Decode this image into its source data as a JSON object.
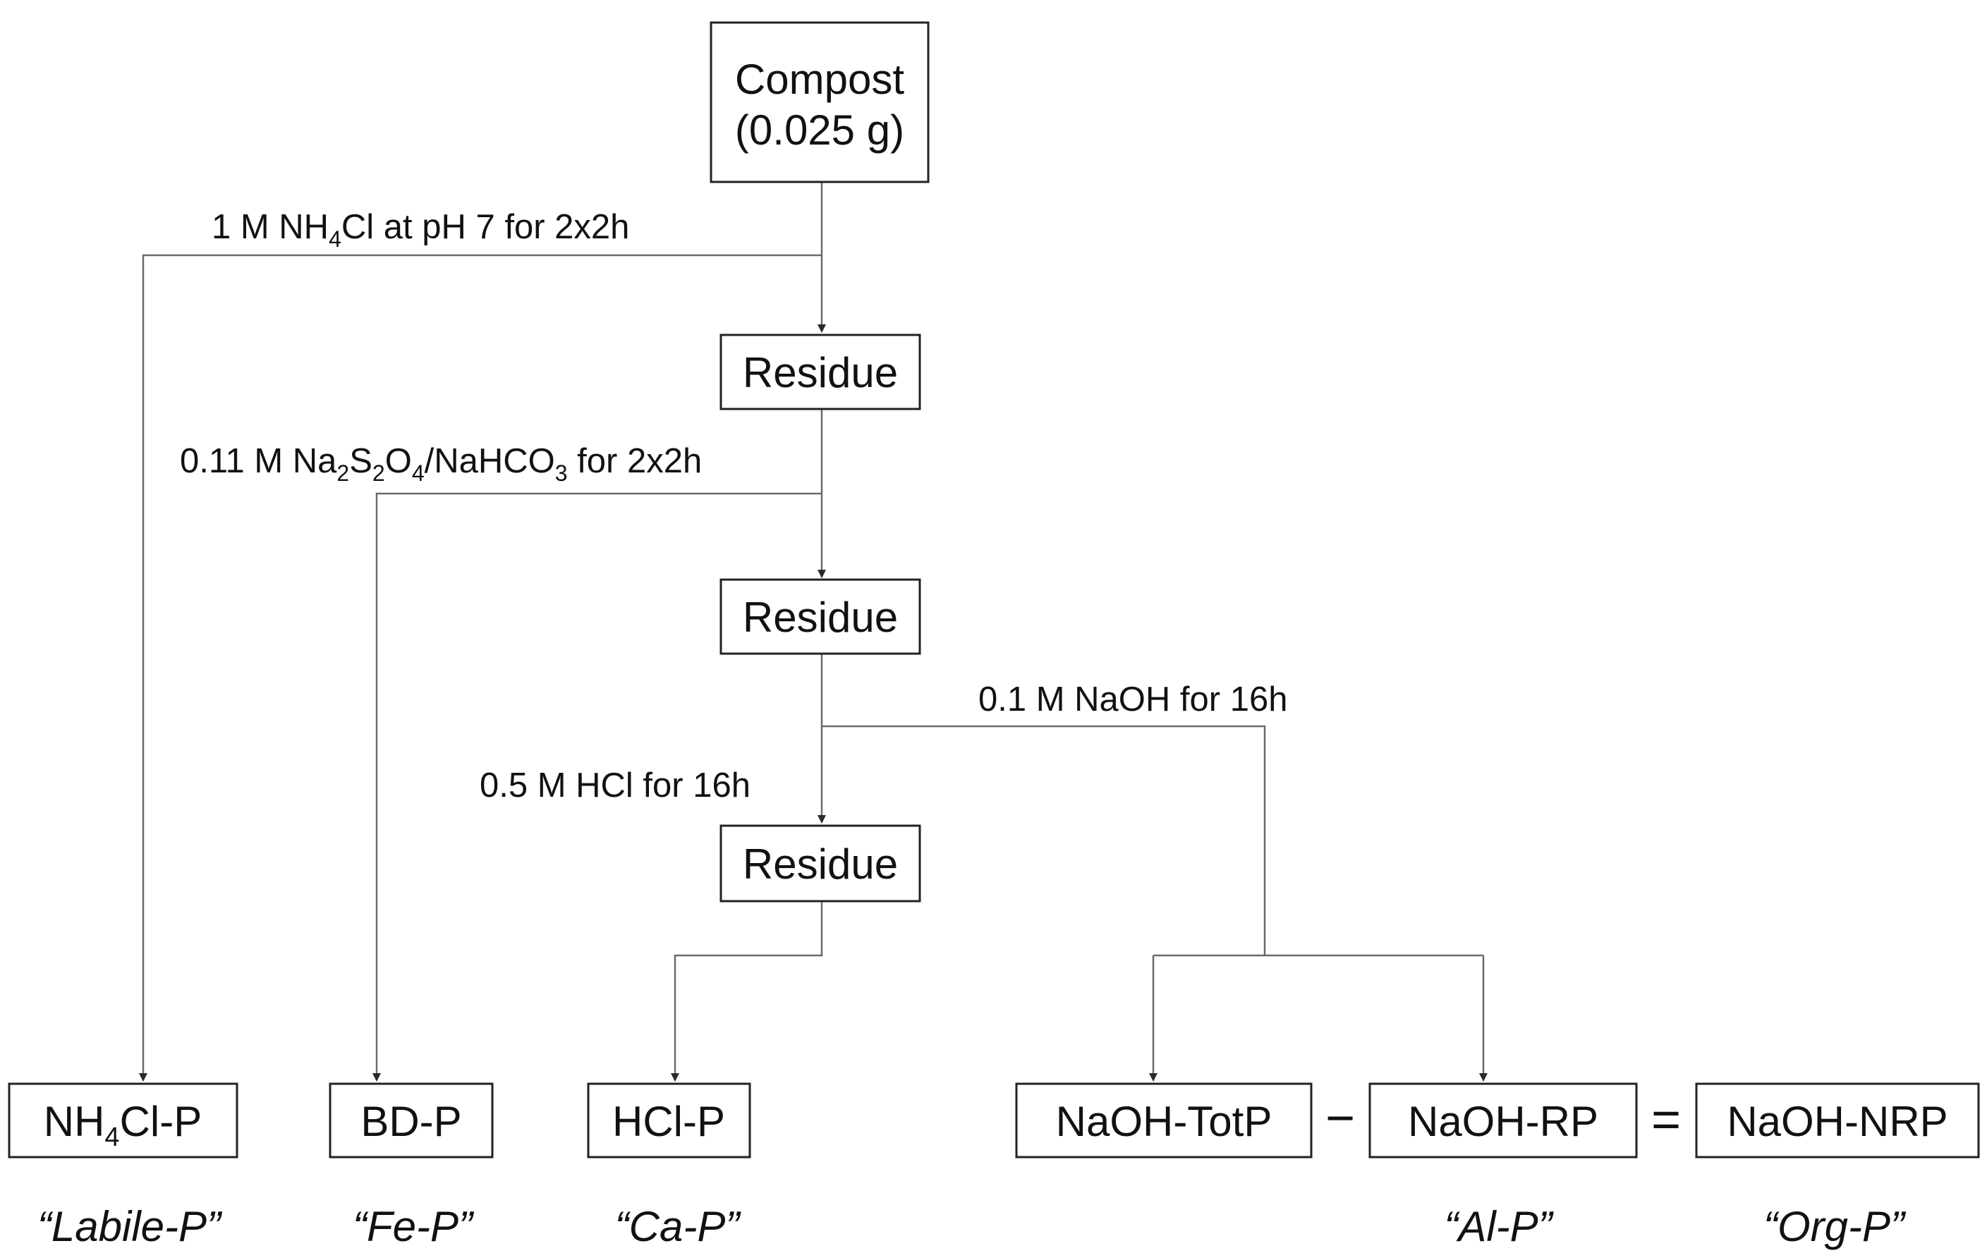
{
  "nodes": {
    "compost_line1": "Compost",
    "compost_line2": "(0.025 g)",
    "residue_1": "Residue",
    "residue_2": "Residue",
    "residue_3": "Residue",
    "nh4cl_p": {
      "prefix": "NH",
      "sub": "4",
      "suffix": "Cl-P"
    },
    "bd_p": "BD-P",
    "hcl_p": "HCl-P",
    "naoh_totp": "NaOH-TotP",
    "naoh_rp": "NaOH-RP",
    "naoh_nrp": "NaOH-NRP"
  },
  "operators": {
    "minus": "−",
    "equals": "="
  },
  "steps": {
    "step1": {
      "a": "1 M NH",
      "sub1": "4",
      "b": "Cl at pH 7 for 2x2h"
    },
    "step2": {
      "a": "0.11 M Na",
      "sub1": "2",
      "b": "S",
      "sub2": "2",
      "c": "O",
      "sub3": "4",
      "d": "/NaHCO",
      "sub4": "3",
      "e": " for 2x2h"
    },
    "step3": "0.1 M NaOH for 16h",
    "step4": "0.5 M HCl for 16h"
  },
  "fractions": {
    "labile": "“Labile-P”",
    "fe": "“Fe-P”",
    "ca": "“Ca-P”",
    "al": "“Al-P”",
    "org": "“Org-P”"
  }
}
